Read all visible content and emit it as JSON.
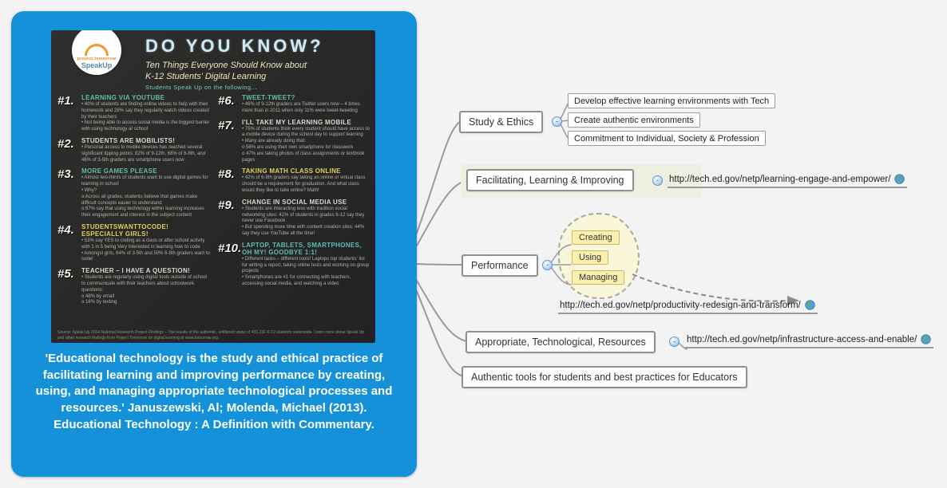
{
  "colors": {
    "card_blue": "#1591d9",
    "chalkboard": "#2a2a28",
    "teal": "#5fbdb2",
    "yellow": "#e3cf5a",
    "chalk_white": "#d9d7cd",
    "node_border": "#8f8f8f",
    "blob_fill": "#faf6d6",
    "connector_gray": "#9a9a9a"
  },
  "card": {
    "quote": "'Educational technology is the study and ethical practice of facilitating learning and improving performance by creating, using, and managing appropriate technological processes and resources.' Januszewski, Al; Molenda, Michael (2013). Educational Technology : A Definition with Commentary."
  },
  "infographic": {
    "logo": {
      "top": "project tomorrow",
      "bottom": "SpeakUp"
    },
    "title": "DO YOU KNOW?",
    "subtitle_line1": "Ten Things Everyone Should Know about",
    "subtitle_line2": "K-12 Students' Digital Learning",
    "tagline": "Students Speak Up on the following...",
    "items": [
      {
        "number": "#1.",
        "heading": "LEARNING VIA YOUTUBE",
        "color": "#5fbdb2",
        "body": "• 40% of students are finding online videos to help with their homework and 28% say they regularly watch videos created by their teachers\n• Not being able to access social media is the biggest barrier with using technology at school"
      },
      {
        "number": "#2.",
        "heading": "STUDENTS ARE MOBILISTS!",
        "color": "#d9d7cd",
        "body": "• Personal access to mobile devices has reached several significant tipping points: 82% of 9-12th, 68% of 6-8th, and 46% of 3-5th graders are smartphone users now"
      },
      {
        "number": "#3.",
        "heading": "MORE GAMES PLEASE",
        "color": "#5fbdb2",
        "body": "• Almost two-thirds of students want to use digital games for learning in school\n• Why?\no Across all grades, students believe that games make difficult concepts easier to understand\no 67% say that using technology within learning increases their engagement and interest in the subject content"
      },
      {
        "number": "#4.",
        "heading": "STUDENTSWANTTOCODE! ESPECIALLY GIRLS!",
        "color": "#e3cf5a",
        "body": "• 53% say YES to coding as a class or after school activity with 1 in 5 being Very Interested in learning how to code\n• Amongst girls, 64% of 3-5th and 50% 6-8th graders want to code!"
      },
      {
        "number": "#5.",
        "heading": "TEACHER – I HAVE A QUESTION!",
        "color": "#d9d7cd",
        "body": "• Students are regularly using digital tools outside of school to communicate with their teachers about schoolwork questions:\no 48% by email\no 16% by texting"
      },
      {
        "number": "#6.",
        "heading": "TWEET-TWEET?",
        "color": "#5fbdb2",
        "body": "• 46% of 9-12th graders are Twitter users now – 4 times more than in 2011 when only 11% were tweet-tweeting"
      },
      {
        "number": "#7.",
        "heading": "I'LL TAKE MY LEARNING MOBILE",
        "color": "#d9d7cd",
        "body": "• 75% of students think every student should have access to a mobile device during the school day to support learning\n• Many are already doing that:\no 58% are using their own smartphone for classwork\no 47% are taking photos of class assignments or textbook pages"
      },
      {
        "number": "#8.",
        "heading": "TAKING MATH CLASS ONLINE",
        "color": "#e3cf5a",
        "body": "• 42% of 6-8th graders say taking an online or virtual class should be a requirement for graduation. And what class would they like to take online? Math!"
      },
      {
        "number": "#9.",
        "heading": "CHANGE IN SOCIAL MEDIA USE",
        "color": "#d9d7cd",
        "body": "• Students are interacting less with tradition social networking sites: 41% of students in grades 6-12 say they never use Facebook\n• But spending more time with content creation sites: 44% say they use YouTube all the time!"
      },
      {
        "number": "#10.",
        "heading": "LAPTOP, TABLETS, SMARTPHONES, OH MY! GOODBYE 1:1!",
        "color": "#5fbdb2",
        "body": "• Different tasks – different tools! Laptops top students' list for writing a report, taking online tests and working on group projects\n• Smartphones are #1 for connecting with teachers, accessing social media, and watching a video"
      }
    ],
    "source": "Source: Speak Up 2014 National Research Project Findings – The results of the authentic, unfiltered views of 431,231 K-12 students nationwide. Learn more about Speak Up and other research findings from Project Tomorrow on digital learning at www.tomorrow.org."
  },
  "mindmap": {
    "collapse_symbol": "-",
    "study_label": "Study & Ethics",
    "study_children": [
      "Develop effective learning environments with Tech",
      "Create authentic environments",
      "Commitment to Individual, Society & Profession"
    ],
    "facilitating_label": "Facilitating, Learning & Improving",
    "facilitating_url": "http://tech.ed.gov/netp/learning-engage-and-empower/",
    "performance_label": "Performance",
    "performance_children": [
      "Creating",
      "Using",
      "Managing"
    ],
    "performance_url": "http://tech.ed.gov/netp/productivity-redesign-and-transform/",
    "appropriate_label": "Appropriate, Technological, Resources",
    "appropriate_url": "http://tech.ed.gov/netp/infrastructure-access-and-enable/",
    "authentic_label": "Authentic tools for students and best practices for Educators"
  }
}
